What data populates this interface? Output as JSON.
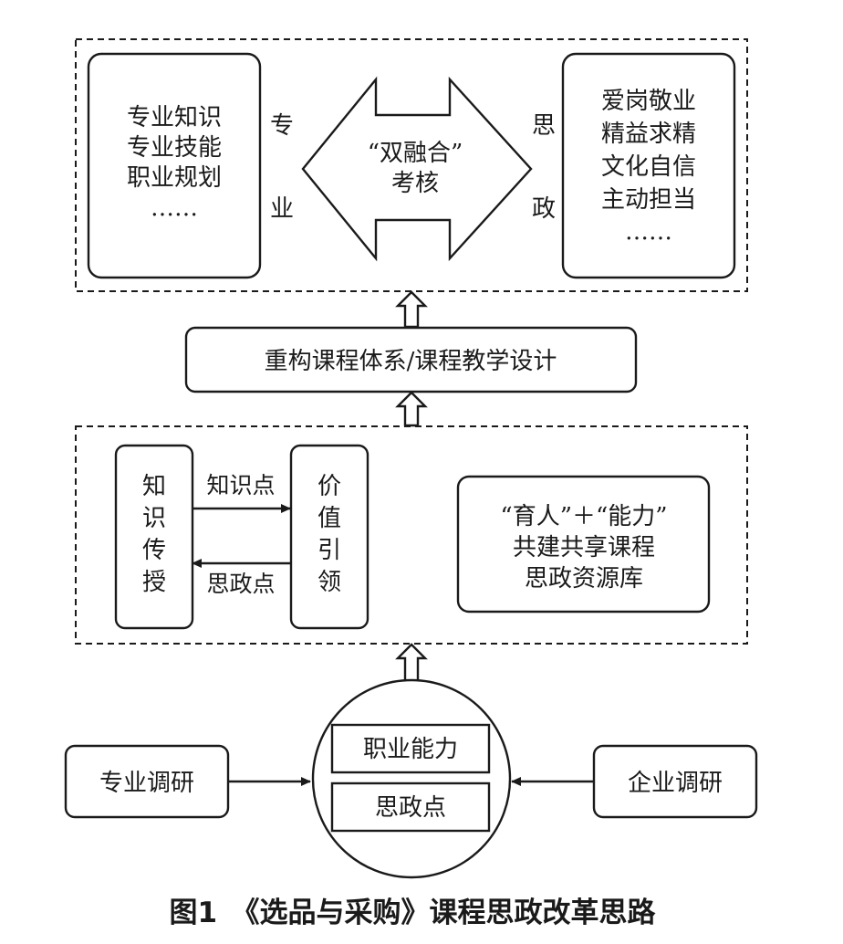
{
  "top_section": {
    "left_box_lines": [
      "专业知识",
      "专业技能",
      "职业规划",
      "……"
    ],
    "left_side_label": [
      "专",
      "业"
    ],
    "center_shape_lines": [
      "“双融合”",
      "考核"
    ],
    "right_side_label": [
      "思",
      "政"
    ],
    "right_box_lines": [
      "爱岗敬业",
      "精益求精",
      "文化自信",
      "主动担当",
      "……"
    ]
  },
  "middle_box": {
    "label": "重构课程体系/课程教学设计"
  },
  "lower_section": {
    "knowledge_box_label": [
      "知",
      "识",
      "传",
      "授"
    ],
    "value_box_label": [
      "价",
      "值",
      "引",
      "领"
    ],
    "arrow_right_label": "知识点",
    "arrow_left_label": "思政点",
    "resource_box_lines": [
      "“育人”＋“能力”",
      "共建共享课程",
      "思政资源库"
    ]
  },
  "bottom_section": {
    "left_box_label": "专业调研",
    "right_box_label": "企业调研",
    "circle_items": [
      "职业能力",
      "思政点"
    ]
  },
  "caption": "图1　《选品与采购》课程思政改革思路"
}
